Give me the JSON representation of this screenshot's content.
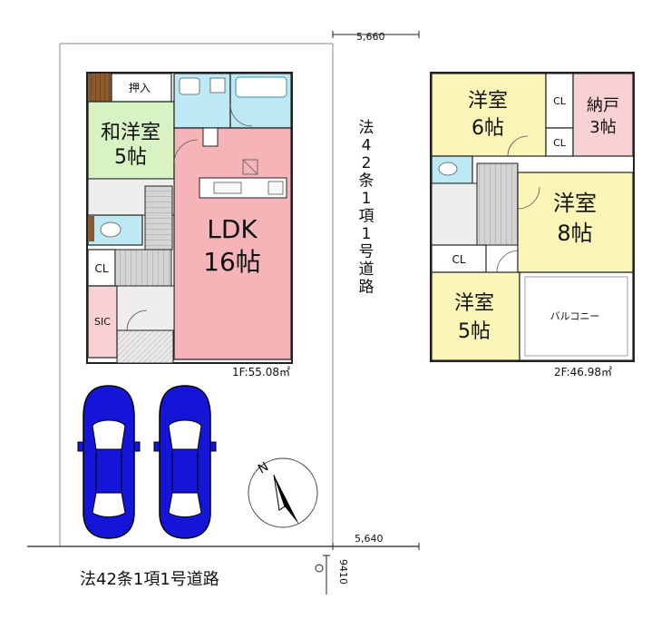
{
  "dimensions": {
    "top_width": "5,660",
    "bottom_width": "5,640",
    "depth": "9410"
  },
  "road": {
    "east_chars": [
      "法",
      "4",
      "2",
      "条",
      "1",
      "項",
      "1",
      "号",
      "道",
      "路"
    ],
    "south_label": "法42条1項1号道路"
  },
  "floor1": {
    "closet_oshiire": "押入",
    "washitsu": {
      "name": "和洋室",
      "size": "5帖"
    },
    "ldk": {
      "name": "LDK",
      "size": "16帖"
    },
    "cl": "CL",
    "sic": "SIC",
    "area_label": "1F:55.08㎡"
  },
  "floor2": {
    "room_6": {
      "name": "洋室",
      "size": "6帖"
    },
    "cl_a": "CL",
    "cl_b": "CL",
    "cl_c": "CL",
    "storage": {
      "name": "納戸",
      "size": "3帖"
    },
    "room_8": {
      "name": "洋室",
      "size": "8帖"
    },
    "room_5": {
      "name": "洋室",
      "size": "5帖"
    },
    "balcony": "バルコニー",
    "area_label": "2F:46.98㎡"
  },
  "compass": {
    "letter": "N"
  },
  "colors": {
    "washitsu": "#d9f2c4",
    "ldk": "#f4b4b8",
    "water": "#bde9f5",
    "western_room": "#fbf6b8",
    "storage": "#f7d1d4",
    "car": "#1515d8",
    "floor_gray": "#eeeeee",
    "stairs": "#d8d8d8"
  }
}
